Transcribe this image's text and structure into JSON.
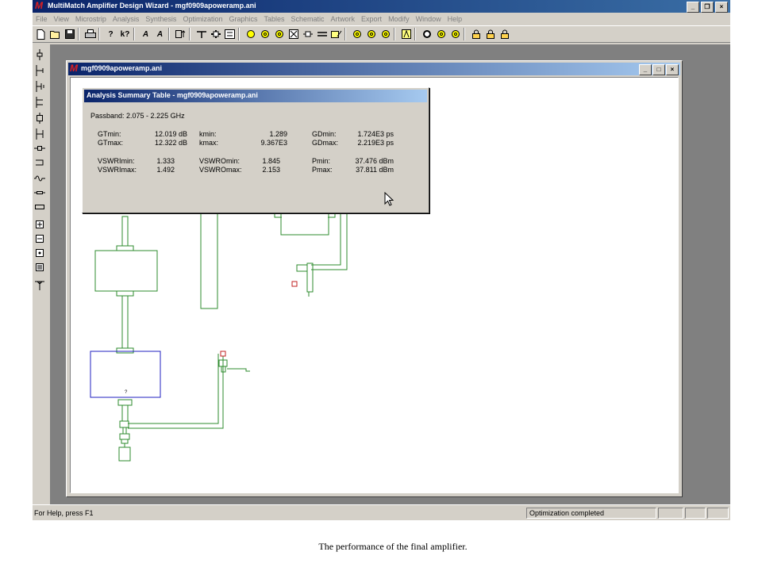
{
  "app": {
    "title": "MultiMatch Amplifier Design Wizard - mgf0909apoweramp.ani",
    "logo_letter": "M",
    "window_controls": {
      "minimize": "_",
      "restore": "❐",
      "close": "×"
    }
  },
  "menu": [
    "File",
    "View",
    "Microstrip",
    "Analysis",
    "Synthesis",
    "Optimization",
    "Graphics",
    "Tables",
    "Schematic",
    "Artwork",
    "Export",
    "Modify",
    "Window",
    "Help"
  ],
  "toolbar_icons": [
    "new-file-icon",
    "open-folder-icon",
    "save-icon",
    "print-icon",
    "help-icon",
    "context-help-icon",
    "tool-a-icon",
    "tool-b-icon",
    "port-icon",
    "tee-icon",
    "cross-icon",
    "box-icon",
    "circle-icon",
    "circle-f-icon",
    "circle-g-icon",
    "grid-x-icon",
    "tline-icon",
    "swap-icon",
    "edit-icon",
    "yellow-y-icon",
    "yellow-s-icon",
    "yellow-dot-icon",
    "a-box-icon",
    "ring-icon",
    "ring-b-icon",
    "ring-c-icon",
    "lock-a-icon",
    "lock-b-icon",
    "lock-c-icon"
  ],
  "document": {
    "title": "mgf0909apoweramp.ani",
    "window_controls": {
      "minimize": "_",
      "restore": "□",
      "close": "×"
    }
  },
  "dialog": {
    "title": "Analysis Summary Table - mgf0909apoweramp.ani",
    "passband": "Passband: 2.075 - 2.225 GHz",
    "rows": [
      [
        {
          "label": "GTmin:",
          "value": "12.019 dB"
        },
        {
          "label": "kmin:",
          "value": "1.289"
        },
        {
          "label": "GDmin:",
          "value": "1.724E3 ps"
        }
      ],
      [
        {
          "label": "GTmax:",
          "value": "12.322 dB"
        },
        {
          "label": "kmax:",
          "value": "9.367E3"
        },
        {
          "label": "GDmax:",
          "value": "2.219E3 ps"
        }
      ],
      [
        {
          "label": "VSWRImin:",
          "value": "1.333"
        },
        {
          "label": "VSWROmin:",
          "value": "1.845"
        },
        {
          "label": "Pmin:",
          "value": "37.476 dBm"
        }
      ],
      [
        {
          "label": "VSWRImax:",
          "value": "1.492"
        },
        {
          "label": "VSWROmax:",
          "value": "2.153"
        },
        {
          "label": "Pmax:",
          "value": "37.811 dBm"
        }
      ]
    ]
  },
  "status": {
    "left": "For Help, press F1",
    "right": "Optimization completed"
  },
  "caption": "The performance of the final amplifier.",
  "colors": {
    "schematic_line": "#2e8b2e",
    "selected_component": "#2020c0",
    "title_active": "#0a246a"
  }
}
